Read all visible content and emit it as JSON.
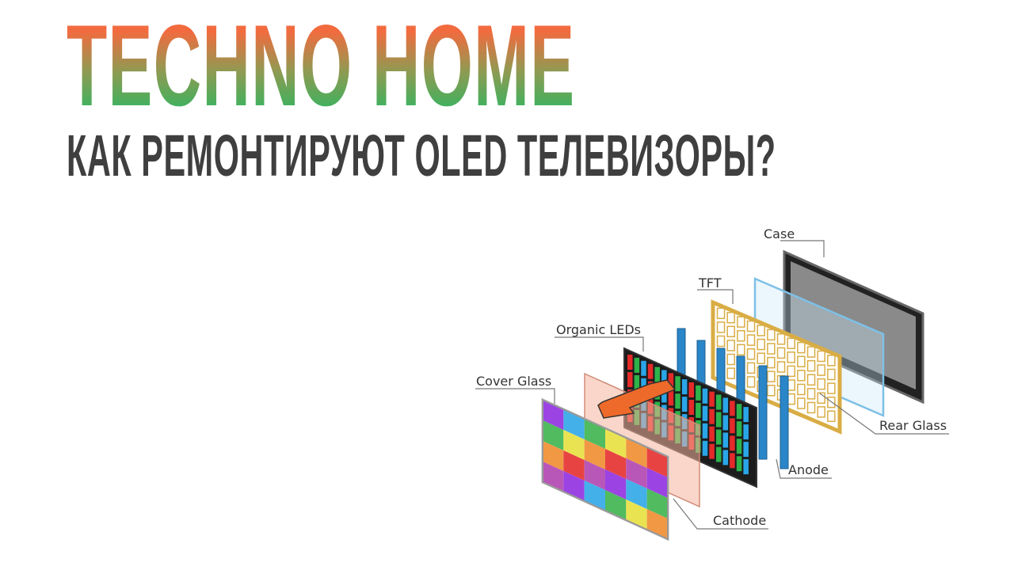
{
  "header": {
    "brand": "TECHNO HOME",
    "headline": "КАК РЕМОНТИРУЮТ OLED ТЕЛЕВИЗОРЫ?"
  },
  "diagram": {
    "labels": {
      "case": "Case",
      "tft": "TFT",
      "organic_leds": "Organic LEDs",
      "cover_glass": "Cover Glass",
      "rear_glass": "Rear Glass",
      "anode": "Anode",
      "cathode": "Cathode"
    },
    "colors": {
      "brand_top": "#f26b3f",
      "brand_bottom": "#35b460",
      "headline": "#3f3f3f",
      "anode": "#2a86c8",
      "tft": "#d9ad45",
      "cathode": "#f4b49c"
    },
    "pixel_palette": [
      "#8e2be0",
      "#2aa6e8",
      "#39b24a",
      "#e8e03a",
      "#f08a2c",
      "#e52a2a",
      "#b040b0"
    ]
  }
}
